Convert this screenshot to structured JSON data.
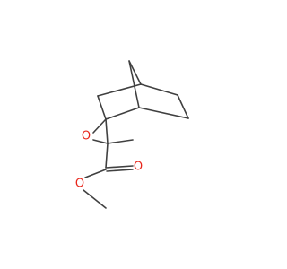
{
  "molecule": {
    "atoms": {
      "ring_oxygen": "O",
      "carbonyl_oxygen": "O",
      "ester_oxygen": "O"
    },
    "colors": {
      "bond": "#404040",
      "oxygen": "#e8261b",
      "background": "#ffffff"
    }
  }
}
